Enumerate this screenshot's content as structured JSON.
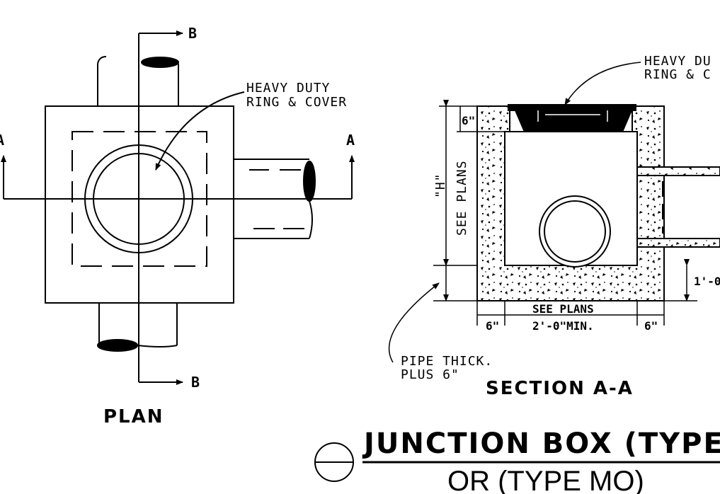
{
  "plan": {
    "title": "PLAN",
    "cut_b": "B",
    "cut_a": "A",
    "callout_line1": "HEAVY DUTY",
    "callout_line2": "RING & COVER"
  },
  "section": {
    "title": "SECTION A-A",
    "callout_line1": "HEAVY DU",
    "callout_line2": "RING & C",
    "height_label": "\"H\"",
    "see_plans_vertical": "SEE PLANS",
    "top_dim": "6\"",
    "bottom_dim_see_plans": "SEE PLANS",
    "bottom_dim_min": "2'-0\"MIN.",
    "left_wall_dim": "6\"",
    "right_wall_dim": "6\"",
    "right_dim": "1'-0",
    "pipe_note_line1": "PIPE THICK.",
    "pipe_note_line2": "PLUS 6\""
  },
  "footer": {
    "title": "JUNCTION BOX (TYPE",
    "subtitle": "OR (TYPE MO)"
  }
}
